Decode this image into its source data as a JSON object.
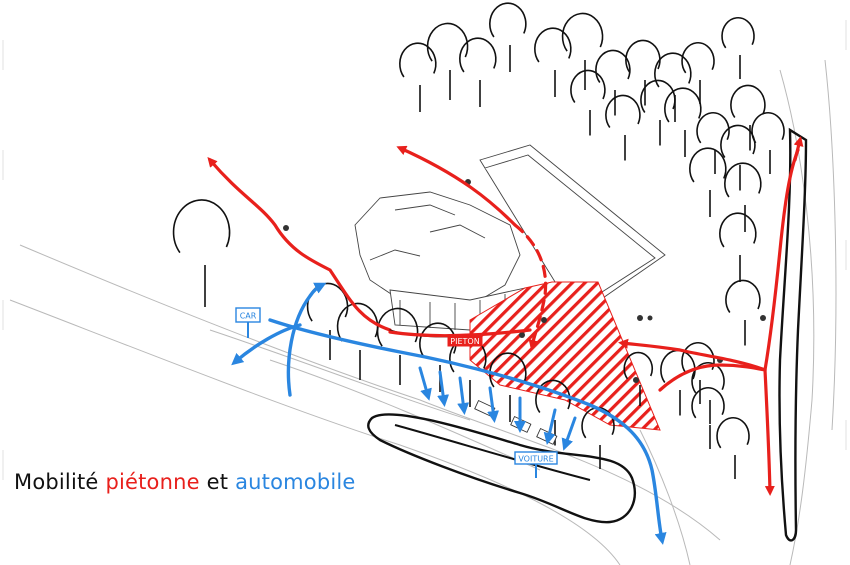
{
  "caption": {
    "part1": "Mobilité ",
    "part2": "piétonne",
    "part3": " et ",
    "part4": "automobile"
  },
  "labels": {
    "car": "CAR",
    "pieton": "PIETON",
    "voiture": "VOITURE"
  },
  "colors": {
    "pedestrian": "#e8201c",
    "vehicle": "#2a86e0",
    "ink": "#111111"
  }
}
